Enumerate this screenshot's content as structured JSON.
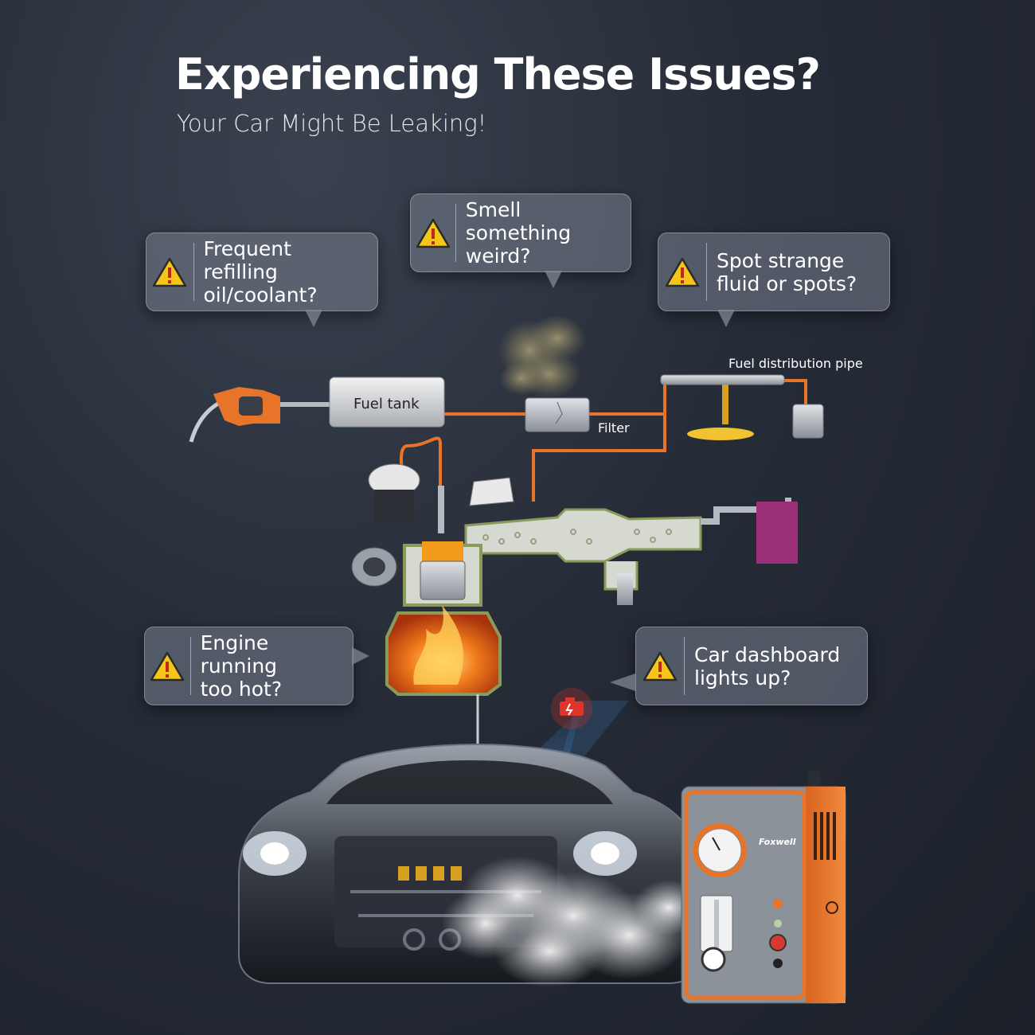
{
  "header": {
    "title": "Experiencing These Issues?",
    "subtitle": "Your Car Might Be Leaking!"
  },
  "bubbles": [
    {
      "id": "frequent-refilling",
      "text": "Frequent refilling\noil/coolant?",
      "icon": "warning-icon"
    },
    {
      "id": "smell",
      "text": "Smell something\nweird?",
      "icon": "warning-icon"
    },
    {
      "id": "fluid-spots",
      "text": "Spot strange\nfluid or spots?",
      "icon": "warning-icon"
    },
    {
      "id": "engine-hot",
      "text": "Engine running\ntoo hot?",
      "icon": "warning-icon"
    },
    {
      "id": "dashboard",
      "text": "Car dashboard\nlights up?",
      "icon": "warning-icon"
    }
  ],
  "diagram": {
    "fuel_tank_label": "Fuel tank",
    "filter_label": "Filter",
    "distribution_label": "Fuel distribution pipe"
  },
  "device": {
    "brand": "Foxwell"
  },
  "colors": {
    "accent_orange": "#e8742a",
    "warning_yellow": "#f5c518",
    "engine_light_red": "#e0342b",
    "beam_blue": "#3f8fe0"
  }
}
